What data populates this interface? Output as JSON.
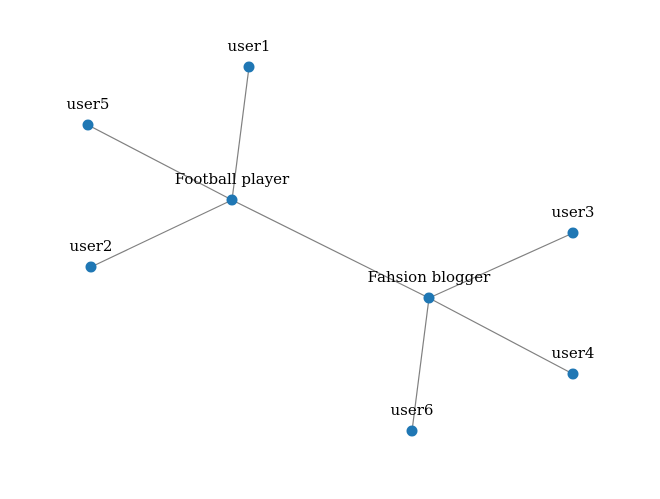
{
  "graph": {
    "node_color": "#1f77b4",
    "edge_color": "#808080",
    "nodes": [
      {
        "id": "football",
        "label": "Football player"
      },
      {
        "id": "fashion",
        "label": "Fahsion blogger"
      },
      {
        "id": "user1",
        "label": "user1"
      },
      {
        "id": "user2",
        "label": "user2"
      },
      {
        "id": "user3",
        "label": "user3"
      },
      {
        "id": "user4",
        "label": "user4"
      },
      {
        "id": "user5",
        "label": "user5"
      },
      {
        "id": "user6",
        "label": "user6"
      }
    ],
    "edges": [
      [
        "football",
        "user1"
      ],
      [
        "football",
        "user5"
      ],
      [
        "football",
        "user2"
      ],
      [
        "football",
        "fashion"
      ],
      [
        "fashion",
        "user3"
      ],
      [
        "fashion",
        "user4"
      ],
      [
        "fashion",
        "user6"
      ]
    ]
  }
}
